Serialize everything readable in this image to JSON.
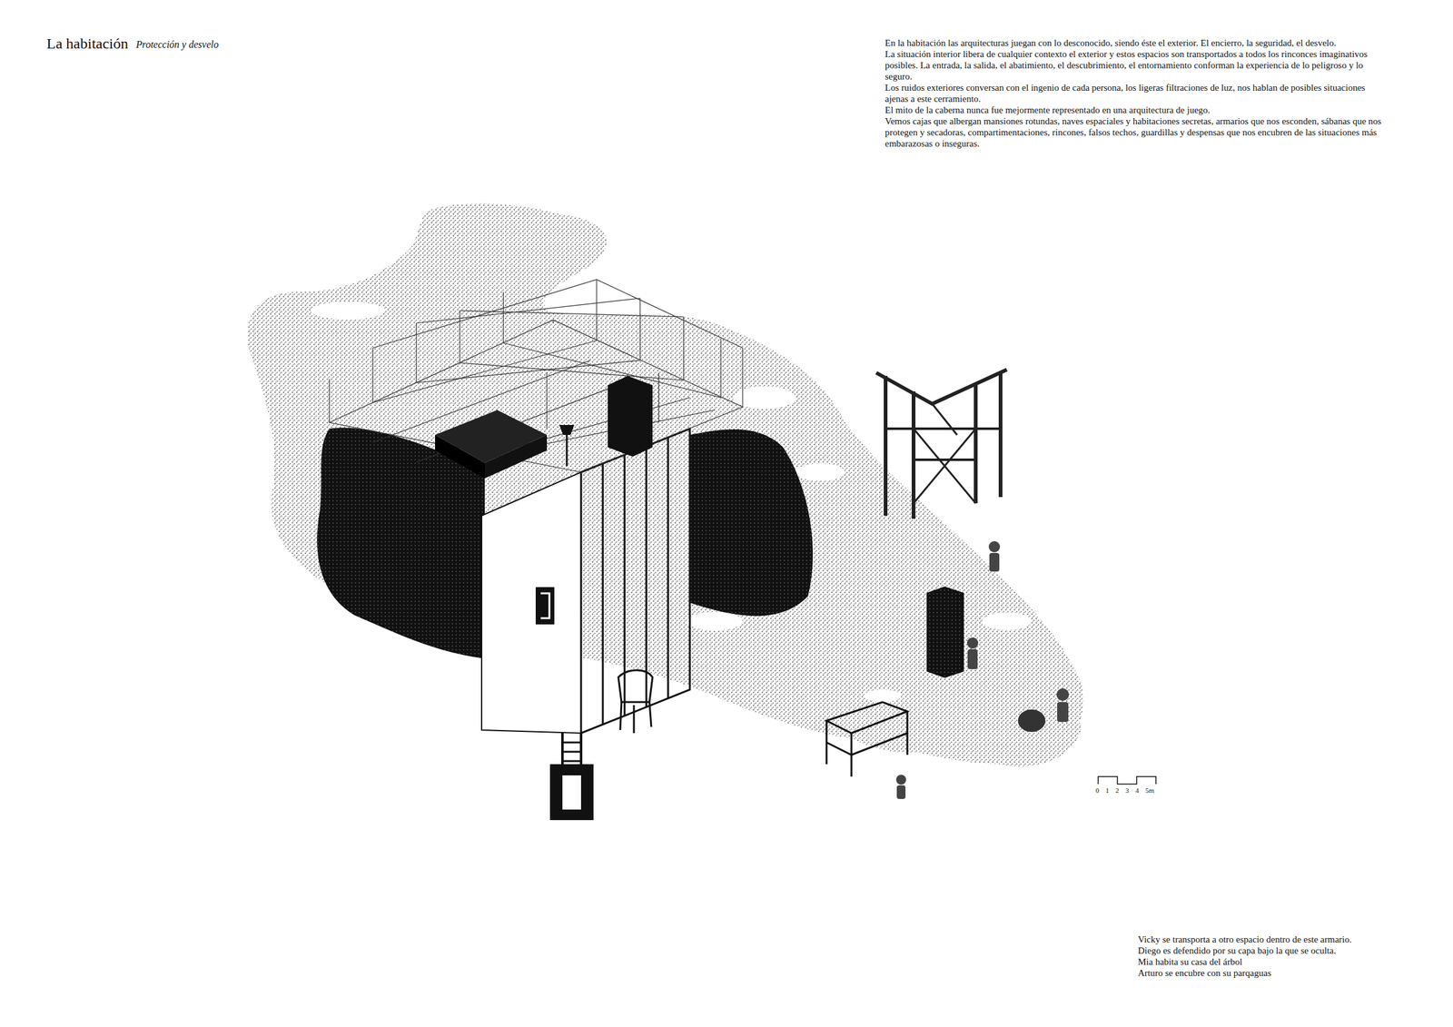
{
  "diagram": {
    "title": "La habitación",
    "labels": [
      "Protección y desvelo",
      "En la habitación las arquitecturas juegan con lo desconocido, siendo éste el exterior. El encierro, la seguridad, el desvelo.",
      "La situación interior libera de cualquier contexto el exterior y estos espacios son transportados a todos los rinconces imaginativos posibles. La entrada, la salida, el abatimiento, el descubrimiento, el entornamiento conforman la experiencia de lo peligroso y lo seguro.",
      "Los ruidos exteriores conversan con el ingenio de cada persona, los ligeras filtraciones de luz, nos hablan de posibles situaciones ajenas a este cerramiento.",
      "El mito de la caberna nunca fue mejormente representado en una arquitectura de juego.",
      "Vemos cajas que albergan mansiones rotundas, naves espaciales y habitaciones secretas, armarios que nos esconden, sábanas que nos protegen y secadoras, compartimentaciones, rincones, falsos techos, guardillas y despensas que nos encubren de las situaciones más embarazosas o inseguras.",
      "0",
      "1",
      "2",
      "3",
      "4",
      "5m",
      "Vicky se transporta a otro espacio dentro de este armario.",
      "Diego es defendido por su capa bajo la que se oculta.",
      "Mia habita su casa del árbol",
      "Arturo se encubre con su parqaguas"
    ]
  }
}
